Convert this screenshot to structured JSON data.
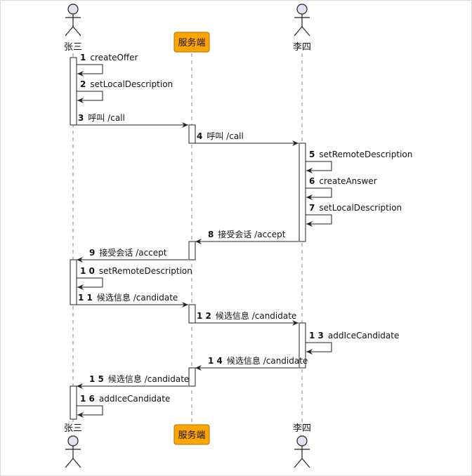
{
  "colors": {
    "actor_fill": "#e3e0f0",
    "server_fill": "#ffa500",
    "lifeline": "#888888",
    "activation_fill": "#ffffff",
    "line": "#222222",
    "text": "#111111"
  },
  "participants": [
    {
      "id": "zhangsan",
      "label": "张三",
      "kind": "actor"
    },
    {
      "id": "server",
      "label": "服务端",
      "kind": "box"
    },
    {
      "id": "lisi",
      "label": "李四",
      "kind": "actor"
    }
  ],
  "messages": [
    {
      "num": "1",
      "text": "createOffer",
      "from": "zhangsan",
      "to": "zhangsan"
    },
    {
      "num": "2",
      "text": "setLocalDescription",
      "from": "zhangsan",
      "to": "zhangsan"
    },
    {
      "num": "3",
      "text": "呼叫 /call",
      "from": "zhangsan",
      "to": "server"
    },
    {
      "num": "4",
      "text": "呼叫 /call",
      "from": "server",
      "to": "lisi"
    },
    {
      "num": "5",
      "text": "setRemoteDescription",
      "from": "lisi",
      "to": "lisi"
    },
    {
      "num": "6",
      "text": "createAnswer",
      "from": "lisi",
      "to": "lisi"
    },
    {
      "num": "7",
      "text": "setLocalDescription",
      "from": "lisi",
      "to": "lisi"
    },
    {
      "num": "8",
      "text": "接受会话 /accept",
      "from": "lisi",
      "to": "server"
    },
    {
      "num": "9",
      "text": "接受会话 /accept",
      "from": "server",
      "to": "zhangsan"
    },
    {
      "num": "10",
      "text": "setRemoteDescription",
      "from": "zhangsan",
      "to": "zhangsan"
    },
    {
      "num": "11",
      "text": "候选信息 /candidate",
      "from": "zhangsan",
      "to": "server"
    },
    {
      "num": "12",
      "text": "候选信息 /candidate",
      "from": "server",
      "to": "lisi"
    },
    {
      "num": "13",
      "text": "addIceCandidate",
      "from": "lisi",
      "to": "lisi"
    },
    {
      "num": "14",
      "text": "候选信息 /candidate",
      "from": "lisi",
      "to": "server"
    },
    {
      "num": "15",
      "text": "候选信息 /candidate",
      "from": "server",
      "to": "zhangsan"
    },
    {
      "num": "16",
      "text": "addIceCandidate",
      "from": "zhangsan",
      "to": "zhangsan"
    }
  ]
}
